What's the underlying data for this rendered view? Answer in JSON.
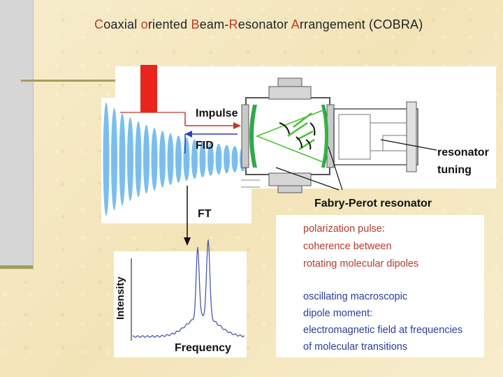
{
  "title": {
    "parts": [
      {
        "text": "C",
        "hl": true
      },
      {
        "text": "oaxial ",
        "hl": false
      },
      {
        "text": "o",
        "hl": true
      },
      {
        "text": "riented ",
        "hl": false
      },
      {
        "text": "B",
        "hl": true
      },
      {
        "text": "eam-",
        "hl": false
      },
      {
        "text": "R",
        "hl": true
      },
      {
        "text": "esonator ",
        "hl": false
      },
      {
        "text": "A",
        "hl": true
      },
      {
        "text": "rrangement (COBRA)",
        "hl": false
      }
    ]
  },
  "labels": {
    "impulse": "Impulse",
    "fid": "FID",
    "ft": "FT",
    "resonator_tuning_1": "resonator",
    "resonator_tuning_2": "tuning",
    "fabry_perot": "Fabry-Perot resonator",
    "intensity_axis": "Intensity",
    "frequency_axis": "Frequency"
  },
  "polarization": [
    "polarization pulse:",
    "coherence between",
    "rotating molecular dipoles"
  ],
  "oscillating": [
    "oscillating macroscopic",
    "dipole moment:",
    "electromagnetic field at frequencies",
    "of molecular transitions"
  ],
  "colors": {
    "fid_wave": "#6bb7ec",
    "impulse": "#e8241b",
    "arrow_red": "#c0392b",
    "arrow_blue": "#2b3fb8",
    "spectrum": "#4a5aa8",
    "cavity_green": "#2fa84a",
    "cone_green": "#45c12f"
  }
}
